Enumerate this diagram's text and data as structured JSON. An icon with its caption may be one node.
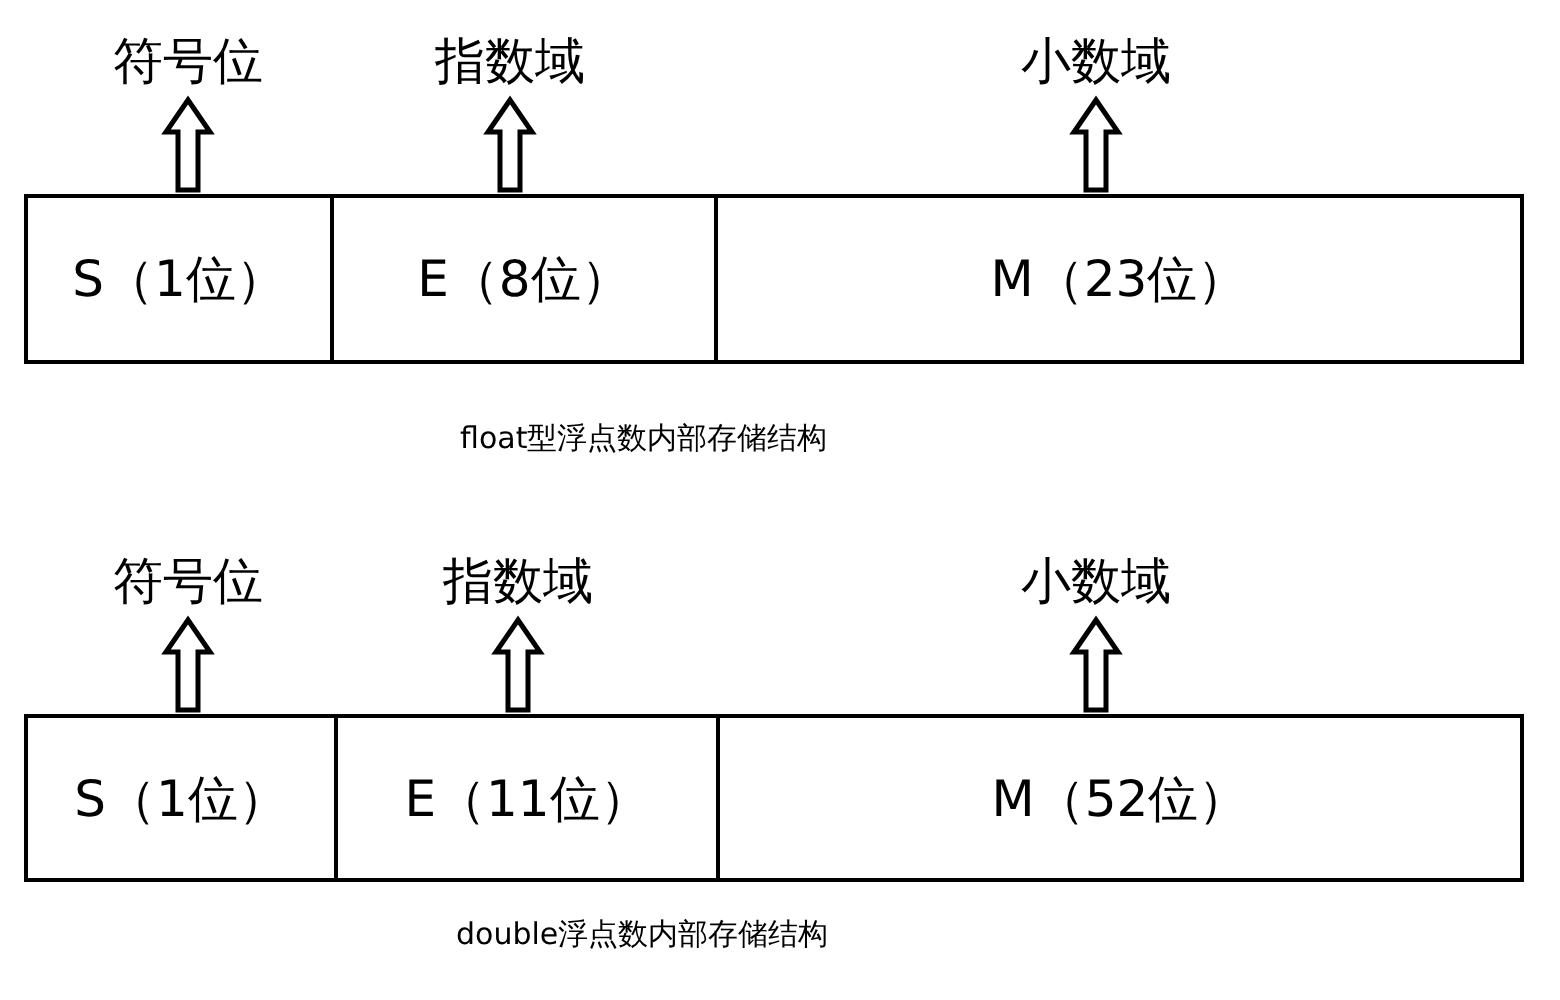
{
  "diagram": {
    "nodes": [
      {
        "text": [
          "符号位"
        ]
      },
      {
        "text": [
          "指数域"
        ]
      },
      {
        "text": [
          "小数域"
        ]
      },
      {
        "text": [
          "S（1位）"
        ]
      },
      {
        "text": [
          "E（8位）"
        ]
      },
      {
        "text": [
          "M（23位）"
        ]
      },
      {
        "text": [
          "符号位"
        ]
      },
      {
        "text": [
          "指数域"
        ]
      },
      {
        "text": [
          "小数域"
        ]
      },
      {
        "text": [
          "S（1位）"
        ]
      },
      {
        "text": [
          "E（11位）"
        ]
      },
      {
        "text": [
          "M（52位）"
        ]
      }
    ],
    "edges": [
      {
        "from": 3,
        "to": 0,
        "arrow": "to"
      },
      {
        "from": 4,
        "to": 1,
        "arrow": "to"
      },
      {
        "from": 5,
        "to": 2,
        "arrow": "to"
      },
      {
        "from": 9,
        "to": 6,
        "arrow": "to"
      },
      {
        "from": 10,
        "to": 7,
        "arrow": "to"
      },
      {
        "from": 11,
        "to": 8,
        "arrow": "to"
      }
    ],
    "labels": [
      "float型浮点数内部存储结构",
      "double浮点数内部存储结构"
    ]
  }
}
